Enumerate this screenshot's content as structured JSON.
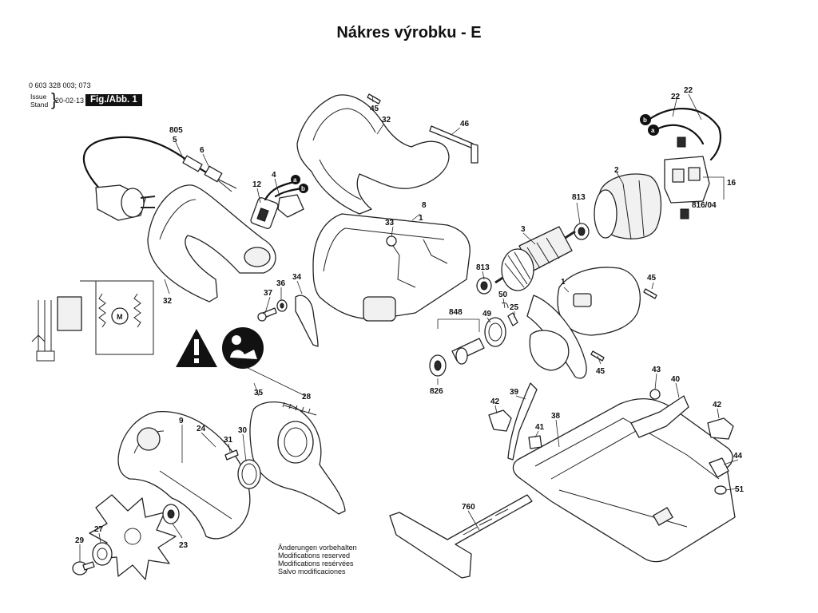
{
  "title": "Nákres výrobku - E",
  "header": {
    "doc_number": "0 603 328 003; 073",
    "issue_label": "Issue",
    "stand_label": "Stand",
    "date": "20-02-13",
    "fig_label": "Fig./Abb. 1"
  },
  "notes": [
    "Änderungen vorbehalten",
    "Modifications reserved",
    "Modifications resérvées",
    "Salvo modificaciones"
  ],
  "labels": {
    "l805": "805",
    "l5": "5",
    "l6": "6",
    "l12": "12",
    "l4": "4",
    "l45a": "45",
    "l32a": "32",
    "l46": "46",
    "l22a": "22",
    "l22b": "22",
    "l2": "2",
    "l16": "16",
    "l816": "816/04",
    "l813a": "813",
    "l813b": "813",
    "l8": "8",
    "l33": "33",
    "l1a": "1",
    "l3": "3",
    "l1b": "1",
    "l45b": "45",
    "l45c": "45",
    "l50": "50",
    "l25": "25",
    "l848": "848",
    "l49": "49",
    "l826": "826",
    "l32b": "32",
    "l37": "37",
    "l36": "36",
    "l34": "34",
    "l35": "35",
    "l28": "28",
    "l9": "9",
    "l24": "24",
    "l31": "31",
    "l30": "30",
    "l29": "29",
    "l27": "27",
    "l23": "23",
    "l42a": "42",
    "l39": "39",
    "l41": "41",
    "l38": "38",
    "l43": "43",
    "l40": "40",
    "l42b": "42",
    "l44": "44",
    "l51": "51",
    "l760": "760",
    "wa1": "a",
    "wb1": "b",
    "wa2": "a",
    "wb2": "b"
  }
}
